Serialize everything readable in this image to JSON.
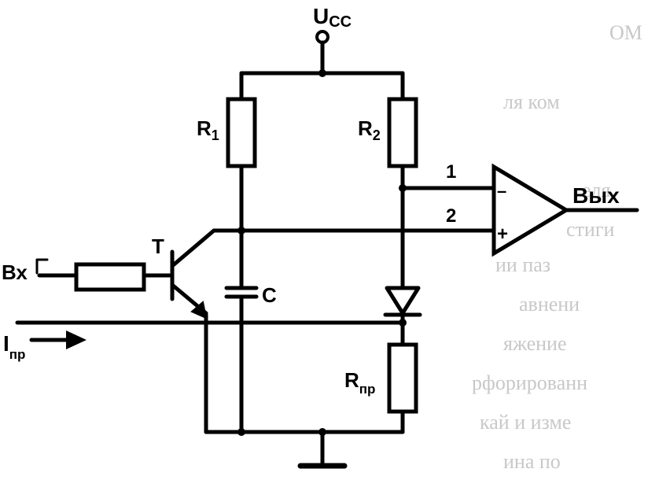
{
  "labels": {
    "supply": "U",
    "supply_sub": "CC",
    "r1": "R",
    "r1_sub": "1",
    "r2": "R",
    "r2_sub": "2",
    "rpr": "R",
    "rpr_sub": "пр",
    "transistor": "T",
    "capacitor": "C",
    "input": "Вх",
    "output": "Вых",
    "current": "I",
    "current_sub": "пр",
    "comp_in1": "1",
    "comp_in2": "2",
    "minus": "–",
    "plus": "+"
  },
  "background_text": [
    "ля ком",
    "еля",
    "стиги",
    "ии паз",
    "авнени",
    "яжение",
    "рфорированн",
    "кай и изме",
    "ина по",
    "ОМ"
  ]
}
